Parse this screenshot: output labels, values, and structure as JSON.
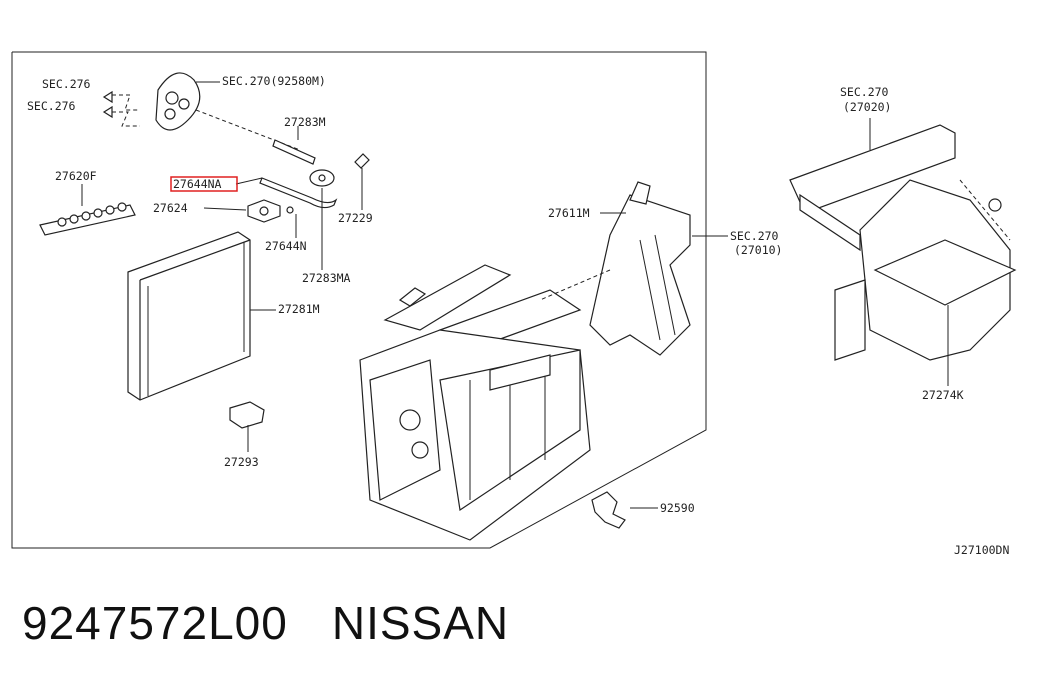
{
  "labels": {
    "sec276_a": "SEC.276",
    "sec276_b": "SEC.276",
    "sec270_92580m": "SEC.270(92580M)",
    "p27283m": "27283M",
    "p27620f": "27620F",
    "p27644na": "27644NA",
    "p27624": "27624",
    "p27644n": "27644N",
    "p27229": "27229",
    "p27283ma": "27283MA",
    "p27281m": "27281M",
    "p27611m": "27611M",
    "sec270_27010_a": "SEC.270",
    "sec270_27010_b": "(27010)",
    "sec270_27020_a": "SEC.270",
    "sec270_27020_b": "(27020)",
    "p27274k": "27274K",
    "p27293": "27293",
    "p92590": "92590"
  },
  "drawing_code": "J27100DN",
  "footer": {
    "part_number": "9247572L00",
    "brand": "NISSAN"
  },
  "colors": {
    "highlight": "#e02020",
    "ink": "#222222"
  }
}
